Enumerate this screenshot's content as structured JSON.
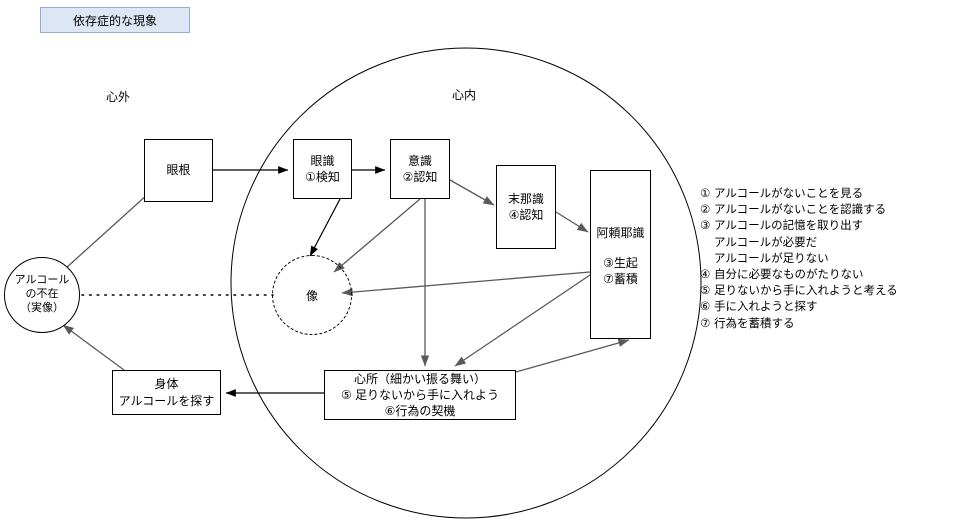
{
  "title": {
    "label": "依存症的な現象"
  },
  "regions": {
    "outside_label": "心外",
    "inside_label": "心内"
  },
  "nodes": {
    "source_circle": {
      "line1": "アルコール",
      "line2": "の不在",
      "line3": "（実像）"
    },
    "eye_root": {
      "line1": "眼根"
    },
    "eye_consciousness": {
      "line1": "眼識",
      "line2": "①検知"
    },
    "mind_consciousness": {
      "line1": "意識",
      "line2": "②認知"
    },
    "manas": {
      "line1": "末那識",
      "line2": "④認知"
    },
    "alaya": {
      "line1": "阿頼耶識",
      "line2": "③生起",
      "line3": "⑦蓄積"
    },
    "image_circle": {
      "label": "像"
    },
    "mental_factors": {
      "line1": "心所（細かい振る舞い）",
      "line2": "⑤ 足りないから手に入れよう",
      "line3": "⑥行為の契機"
    },
    "body": {
      "line1": "身体",
      "line2": "アルコールを探す"
    }
  },
  "legend": {
    "items": [
      {
        "marker": "①",
        "text": "アルコールがないことを見る"
      },
      {
        "marker": "②",
        "text": "アルコールがないことを認識する"
      },
      {
        "marker": "③",
        "text": "アルコールの記憶を取り出す",
        "continuations": [
          "アルコールが必要だ",
          "アルコールが足りない"
        ]
      },
      {
        "marker": "④",
        "text": "自分に必要なものがたりない"
      },
      {
        "marker": "⑤",
        "text": "足りないから手に入れようと考える"
      },
      {
        "marker": "⑥",
        "text": "手に入れようと探す"
      },
      {
        "marker": "⑦",
        "text": "行為を蓄積する"
      }
    ]
  },
  "colors": {
    "title_fill": "#dce6f5",
    "title_border": "#8ea9db",
    "stroke": "#000000",
    "arrow_gray": "#595959"
  }
}
